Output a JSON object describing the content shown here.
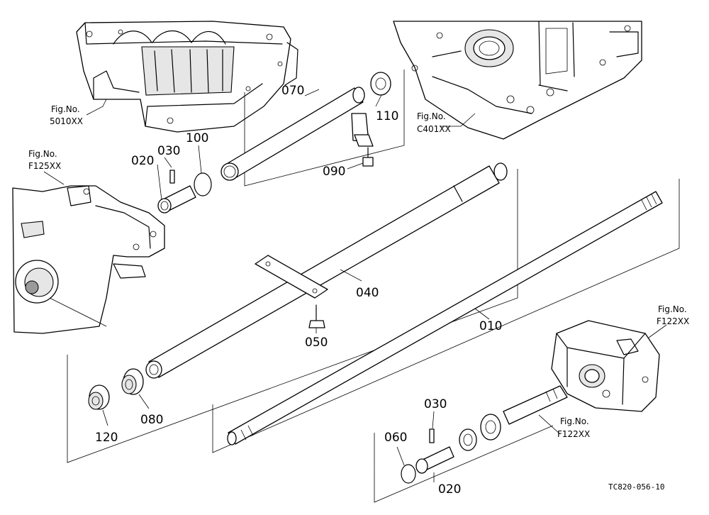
{
  "fig_refs": {
    "f5010": {
      "line1": "Fig.No.",
      "line2": "5010XX"
    },
    "fc401": {
      "line1": "Fig.No.",
      "line2": "C401XX"
    },
    "f125": {
      "line1": "Fig.No.",
      "line2": "F125XX"
    },
    "f122_top": {
      "line1": "Fig.No.",
      "line2": "F122XX"
    },
    "f122_shaft": {
      "line1": "Fig.No.",
      "line2": "F122XX"
    }
  },
  "parts": {
    "p070": "070",
    "p110": "110",
    "p090": "090",
    "p030a": "030",
    "p100": "100",
    "p020a": "020",
    "p040": "040",
    "p050": "050",
    "p010": "010",
    "p080": "080",
    "p120": "120",
    "p030b": "030",
    "p060": "060",
    "p020b": "020"
  },
  "drawing_code": "TC820-056-10"
}
